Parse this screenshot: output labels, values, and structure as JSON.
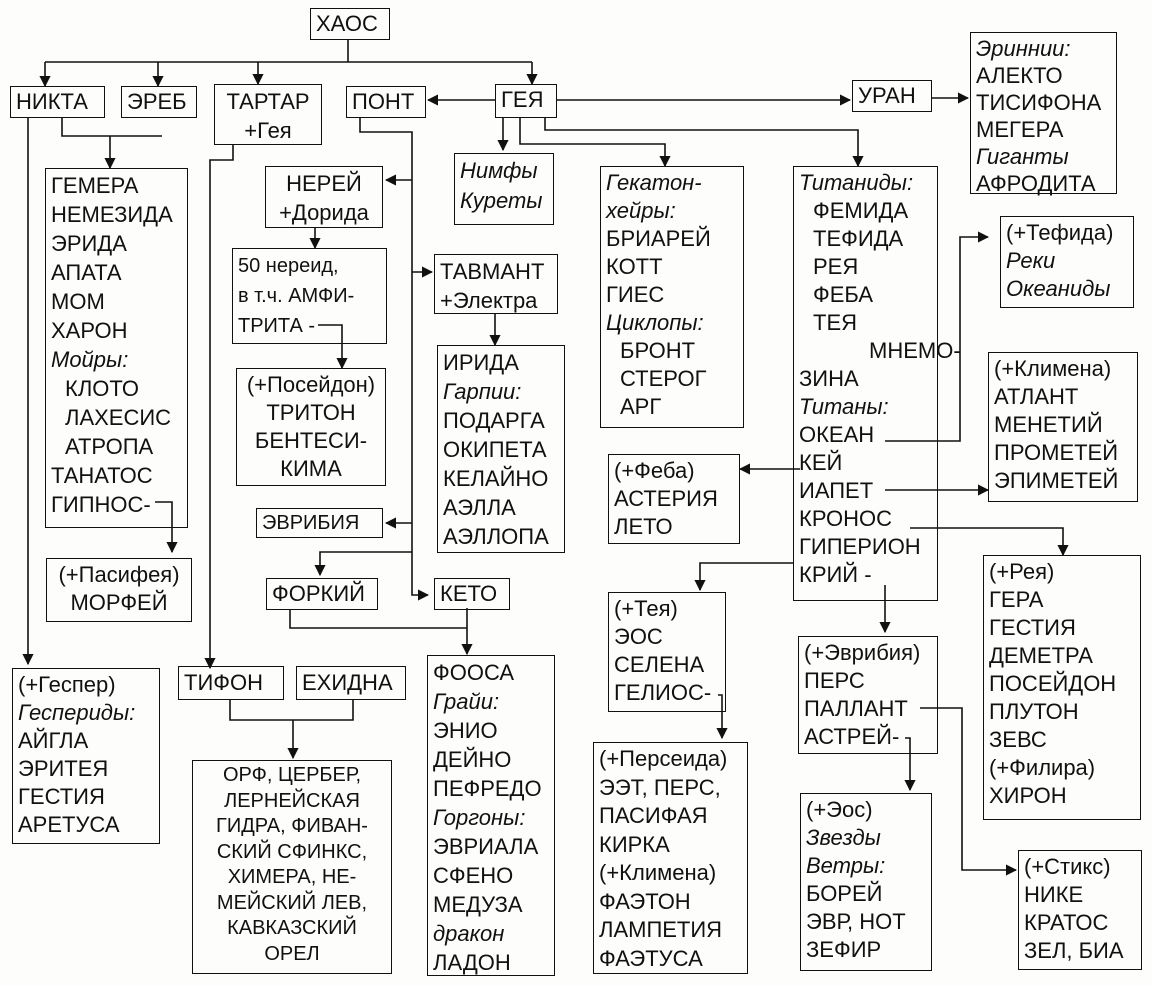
{
  "nodes": {
    "haos": [
      "ХАОС"
    ],
    "nikta": [
      "НИКТА"
    ],
    "ereb": [
      "ЭРЕБ"
    ],
    "tartar": [
      "ТАРТАР",
      "+Гея"
    ],
    "pont": [
      "ПОНТ"
    ],
    "geya": [
      "ГЕЯ"
    ],
    "uran": [
      "УРАН"
    ],
    "erinnii": [
      "Эриннии:",
      "АЛЕКТО",
      "ТИСИФОНА",
      "МЕГЕРА",
      "Гиганты",
      "АФРОДИТА"
    ],
    "nikta_children": [
      "ГЕМЕРА",
      "НЕМЕЗИДА",
      "ЭРИДА",
      "АПАТА",
      "МОМ",
      "ХАРОН",
      "Мойры:",
      "КЛОТО",
      "ЛАХЕСИС",
      "АТРОПА",
      "ТАНАТОС",
      "ГИПНОС-"
    ],
    "nerey": [
      "НЕРЕЙ",
      "+Дорида"
    ],
    "nimfy": [
      "Нимфы",
      "Куреты"
    ],
    "gekatonheiry": [
      "Гекатон-",
      "хейры:",
      "БРИАРЕЙ",
      "КОТТ",
      "ГИЕС",
      "Циклопы:",
      "БРОНТ",
      "СТЕРОГ",
      "АРГ"
    ],
    "titanidy": [
      "Титаниды:",
      "ФЕМИДА",
      "ТЕФИДА",
      "РЕЯ",
      "ФЕБА",
      "ТЕЯ",
      "МНЕМО-",
      "ЗИНА",
      "Титаны:",
      "ОКЕАН",
      "КЕЙ",
      "ИАПЕТ",
      "КРОНОС",
      "ГИПЕРИОН",
      "КРИЙ -"
    ],
    "tefida": [
      "(+Тефида)",
      "Реки",
      "Океаниды"
    ],
    "nereidy": [
      "50 нереид,",
      "в т.ч. АМФИ-",
      "ТРИТА -"
    ],
    "tavmant": [
      "ТАВМАНТ",
      "+Электра"
    ],
    "posidon": [
      "(+Посейдон)",
      "ТРИТОН",
      "БЕНТЕСИ-",
      "КИМА"
    ],
    "irida": [
      "ИРИДА",
      "Гарпии:",
      "ПОДАРГА",
      "ОКИПЕТА",
      "КЕЛАЙНО",
      "АЭЛЛА",
      "АЭЛЛОПА"
    ],
    "klimena1": [
      "(+Климена)",
      "АТЛАНТ",
      "МЕНЕТИЙ",
      "ПРОМЕТЕЙ",
      "ЭПИМЕТЕЙ"
    ],
    "feba": [
      "(+Феба)",
      "АСТЕРИЯ",
      "ЛЕТО"
    ],
    "evribiya": [
      "ЭВРИБИЯ"
    ],
    "pasifeya": [
      "(+Пасифея)",
      "МОРФЕЙ"
    ],
    "forkiy": [
      "ФОРКИЙ"
    ],
    "keto": [
      "КЕТО"
    ],
    "teya": [
      "(+Тея)",
      "ЭОС",
      "СЕЛЕНА",
      "ГЕЛИОС-"
    ],
    "reya": [
      "(+Рея)",
      "ГЕРА",
      "ГЕСТИЯ",
      "ДЕМЕТРА",
      "ПОСЕЙДОН",
      "ПЛУТОН",
      "ЗЕВС",
      "(+Филира)",
      "ХИРОН"
    ],
    "evribiya2": [
      "(+Эврибия)",
      "ПЕРС",
      "ПАЛЛАНТ",
      "АСТРЕЙ-"
    ],
    "gesper": [
      "(+Геспер)",
      "Геспериды:",
      "АЙГЛА",
      "ЭРИТЕЯ",
      "ГЕСТИЯ",
      "АРЕТУСА"
    ],
    "tifon": [
      "ТИФОН"
    ],
    "ehidna": [
      "ЕХИДНА"
    ],
    "fooca": [
      "ФООСА",
      "Грайи:",
      "ЭНИО",
      "ДЕЙНО",
      "ПЕФРЕДО",
      "Горгоны:",
      "ЭВРИАЛА",
      "СФЕНО",
      "МЕДУЗА",
      "дракон",
      "ЛАДОН"
    ],
    "perseida": [
      "(+Персеида)",
      "ЭЭТ, ПЕРС,",
      "ПАСИФАЯ",
      "КИРКА",
      "(+Климена)",
      "ФАЭТОН",
      "ЛАМПЕТИЯ",
      "ФАЭТУСА"
    ],
    "orf": [
      "ОРФ, ЦЕРБЕР,",
      "ЛЕРНЕЙСКАЯ",
      "ГИДРА, ФИВАН-",
      "СКИЙ СФИНКС,",
      "ХИМЕРА, НЕ-",
      "МЕЙСКИЙ ЛЕВ,",
      "КАВКАЗСКИЙ",
      "ОРЕЛ"
    ],
    "eos": [
      "(+Эос)",
      "Звезды",
      "Ветры:",
      "БОРЕЙ",
      "ЭВР, НОТ",
      "ЗЕФИР"
    ],
    "stiks": [
      "(+Стикс)",
      "НИКЕ",
      "КРАТОС",
      "ЗЕЛ, БИА"
    ]
  }
}
